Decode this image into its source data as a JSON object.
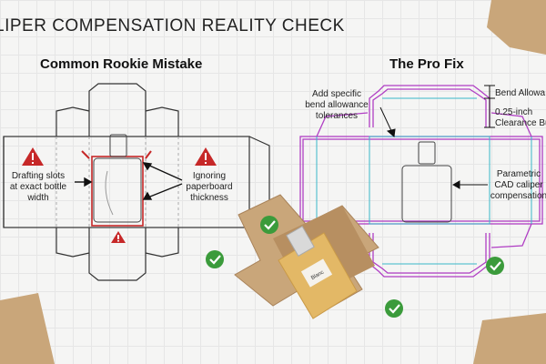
{
  "title": "LIPER COMPENSATION REALITY CHECK",
  "left_panel": {
    "heading": "Common Rookie Mistake",
    "note_left": [
      "Drafting slots",
      "at exact bottle",
      "width"
    ],
    "note_right": [
      "Ignoring",
      "paperboard",
      "thickness"
    ]
  },
  "right_panel": {
    "heading": "The Pro Fix",
    "note_top_left": [
      "Add specific",
      "bend allowance",
      "tolerances"
    ],
    "note_top_right": "Bend Allowa",
    "note_clearance": [
      "0.25-inch",
      "Clearance Bu"
    ],
    "note_right": [
      "Parametric",
      "CAD caliper",
      "compensation"
    ]
  },
  "photo": {
    "bottle_label": "Blanc"
  },
  "colors": {
    "warning": "#c62828",
    "success": "#3b9b3b",
    "pro_outline": "#b03ec4",
    "guide": "#39b7c9",
    "kraft": "#c9a67a"
  }
}
